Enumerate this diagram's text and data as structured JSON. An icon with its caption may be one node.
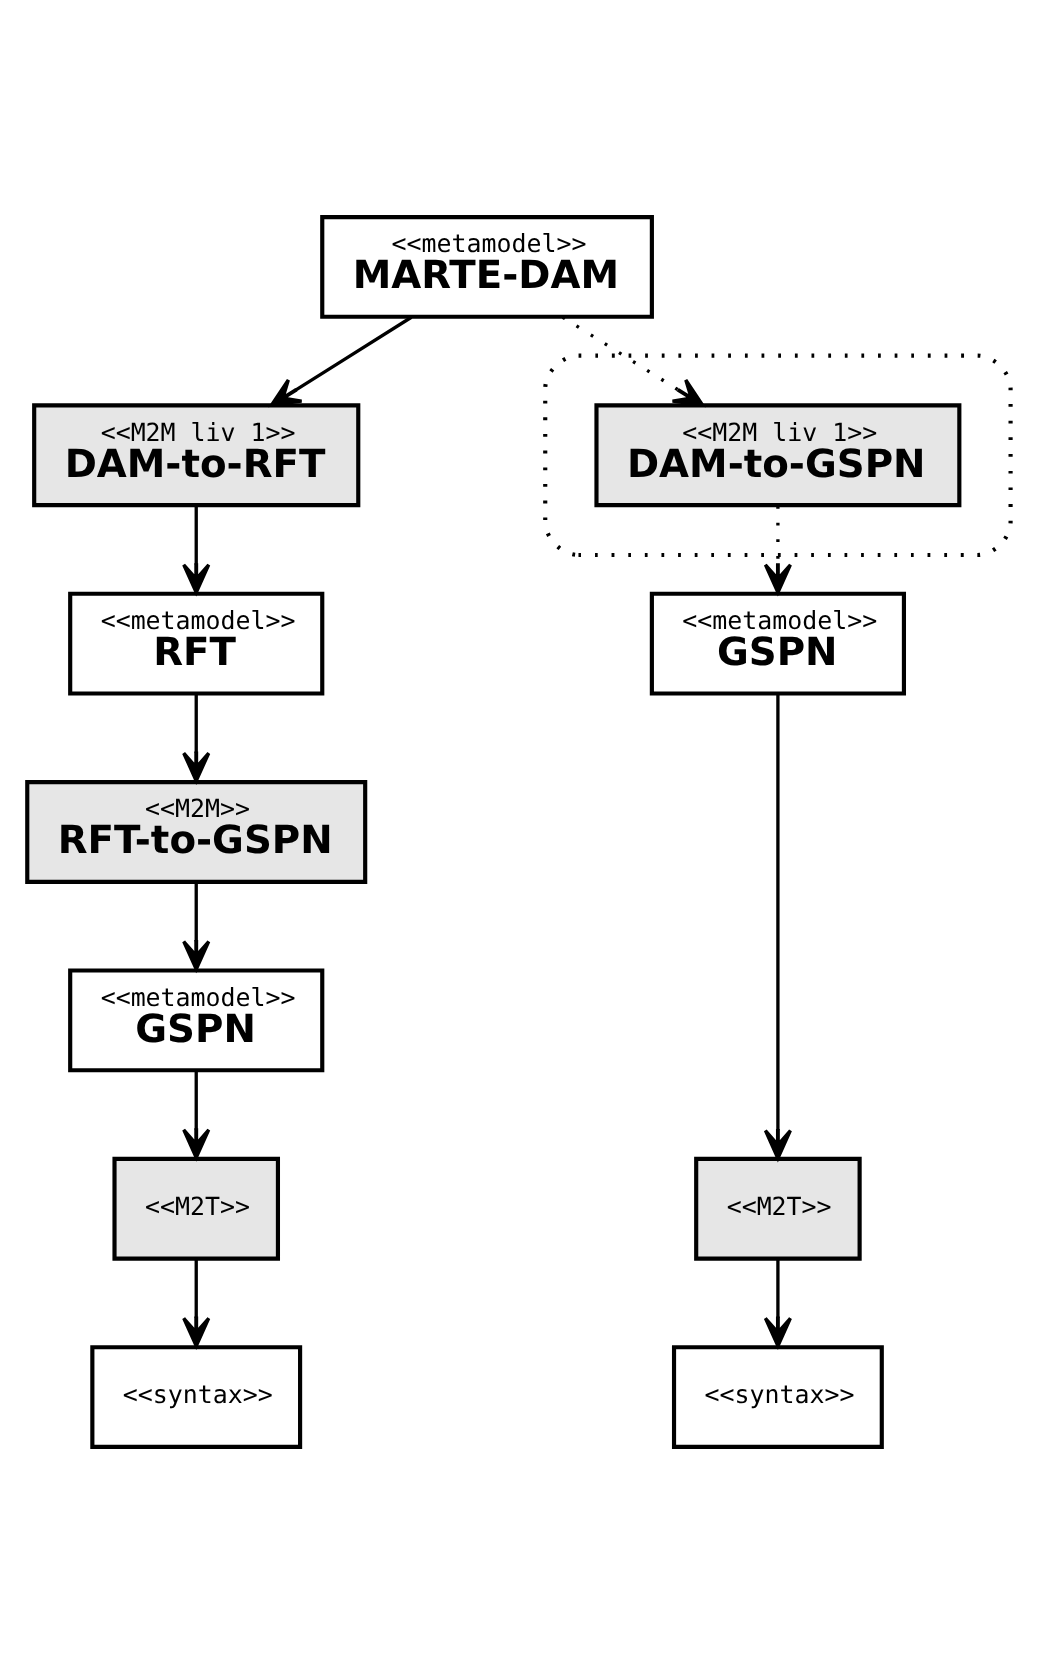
{
  "diagram": {
    "nodes": [
      {
        "text": [
          "<<metamodel>>",
          "MARTE-DAM"
        ]
      },
      {
        "text": [
          "<<M2M liv 1>>",
          "DAM-to-RFT"
        ]
      },
      {
        "text": [],
        "shape": "ellipse"
      },
      {
        "text": [
          "<<M2M liv 1>>",
          "DAM-to-GSPN"
        ],
        "in": 2
      },
      {
        "text": [
          "<<metamodel>>",
          "RFT"
        ]
      },
      {
        "text": [
          "<<metamodel>>",
          "GSPN"
        ]
      },
      {
        "text": [
          "<<M2M>>",
          "RFT-to-GSPN"
        ]
      },
      {
        "text": [
          "<<metamodel>>",
          "GSPN"
        ]
      },
      {
        "text": [
          "<<M2T>>"
        ]
      },
      {
        "text": [
          "<<M2T>>"
        ]
      },
      {
        "text": [
          "<<syntax>>"
        ]
      },
      {
        "text": [
          "<<syntax>>"
        ]
      }
    ],
    "edges": [
      {
        "from": 0,
        "to": 1,
        "arrow": "to"
      },
      {
        "from": 0,
        "to": 3,
        "arrow": "to",
        "style": "dashed"
      },
      {
        "from": 1,
        "to": 4,
        "arrow": "to"
      },
      {
        "from": 3,
        "to": 5,
        "arrow": "to",
        "style": "dashed"
      },
      {
        "from": 4,
        "to": 6,
        "arrow": "to"
      },
      {
        "from": 6,
        "to": 7,
        "arrow": "to"
      },
      {
        "from": 7,
        "to": 8,
        "arrow": "to"
      },
      {
        "from": 8,
        "to": 10,
        "arrow": "to"
      },
      {
        "from": 5,
        "to": 9,
        "arrow": "to"
      },
      {
        "from": 9,
        "to": 11,
        "arrow": "to"
      }
    ]
  }
}
